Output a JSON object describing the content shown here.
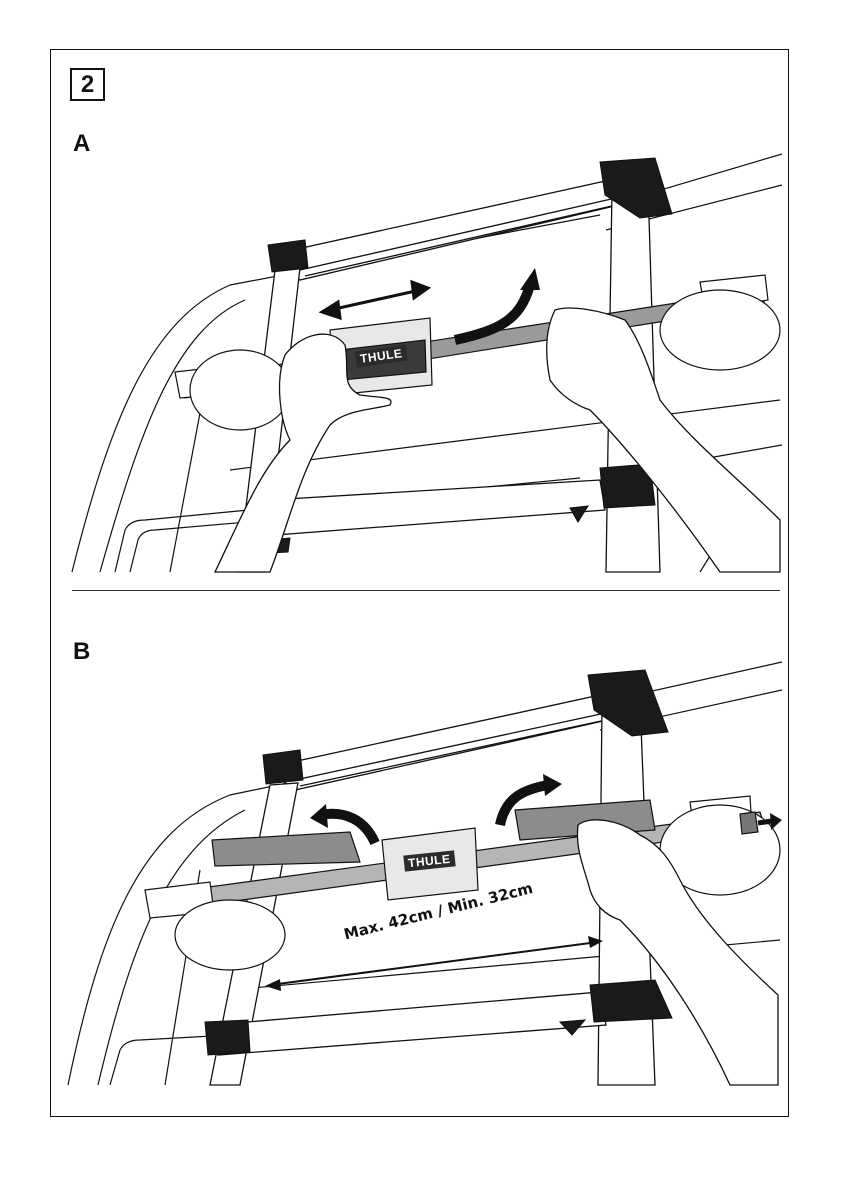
{
  "step": {
    "number": "2"
  },
  "panels": [
    {
      "label": "A",
      "brand": "THULE"
    },
    {
      "label": "B",
      "brand": "THULE",
      "measurement": "Max. 42cm / Min. 32cm"
    }
  ]
}
